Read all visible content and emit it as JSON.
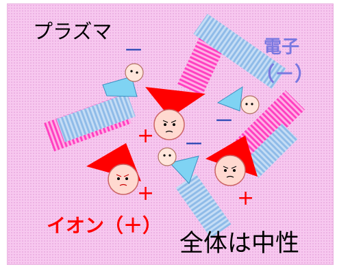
{
  "title": "プラズマ",
  "electron_label": {
    "name": "電子",
    "sign": "（－）"
  },
  "ion_label": "イオン（＋）",
  "neutral_statement": "全体は中性",
  "charge_marks": {
    "plus": "+",
    "minus": "－"
  },
  "colors": {
    "background": "#f7c8ef",
    "ion_hat": "#ff0000",
    "electron_body": "#7fd3f3",
    "ion_motion_stripes": "#ff40c0",
    "electron_motion_stripes": "#9dc6ec",
    "electron_text": "#7a78e0",
    "ion_text": "#ff0000",
    "minus_sign": "#1a3fb0"
  }
}
